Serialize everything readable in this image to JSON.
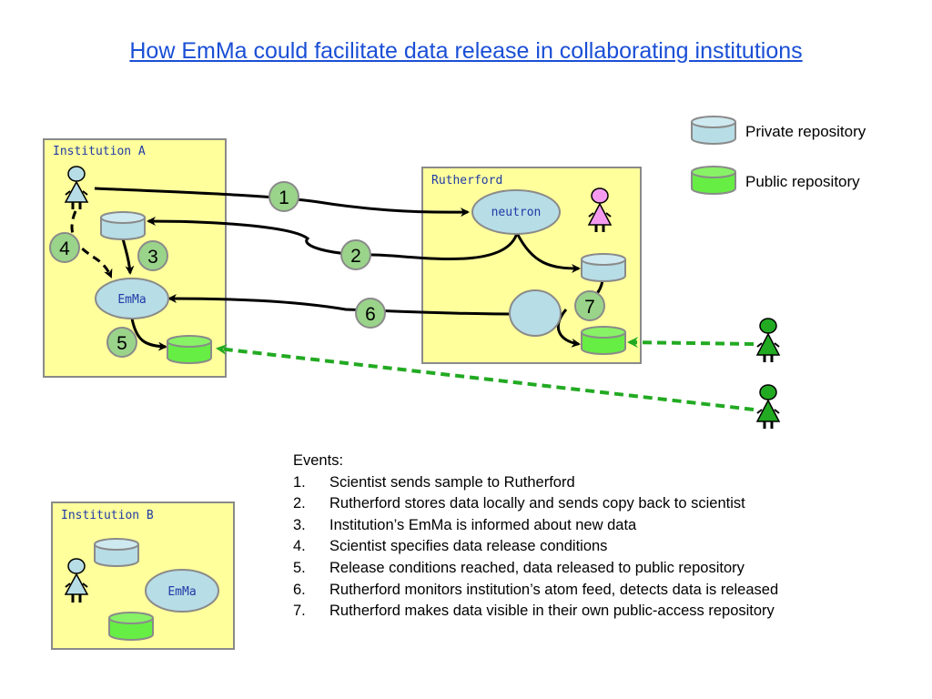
{
  "title": "How EmMa could facilitate data release in collaborating institutions",
  "institution_a": {
    "label": "Institution A",
    "emma": "EmMa"
  },
  "rutherford": {
    "label": "Rutherford",
    "neutron": "neutron"
  },
  "institution_b": {
    "label": "Institution B",
    "emma": "EmMa"
  },
  "legend": {
    "private": "Private repository",
    "public": "Public repository"
  },
  "step_markers": [
    "1",
    "2",
    "3",
    "4",
    "5",
    "6",
    "7"
  ],
  "events": {
    "heading": "Events:",
    "items": [
      {
        "num": "1.",
        "text": "Scientist sends sample to Rutherford"
      },
      {
        "num": "2.",
        "text": "Rutherford stores data locally and sends copy back to scientist"
      },
      {
        "num": "3.",
        "text": "Institution’s EmMa is informed about new data"
      },
      {
        "num": "4.",
        "text": "Scientist specifies data release conditions"
      },
      {
        "num": "5.",
        "text": "Release conditions reached, data released to public repository"
      },
      {
        "num": "6.",
        "text": "Rutherford monitors institution’s atom feed, detects data is released"
      },
      {
        "num": "7.",
        "text": "Rutherford makes data visible in their own public-access repository"
      }
    ]
  },
  "colors": {
    "box_fill": "#ffff9c",
    "private_repo": "#b7dde6",
    "public_repo": "#66ee44",
    "marker": "#9ad48a",
    "public_user": "#22aa22",
    "rutherford_scientist": "#f49bf0",
    "title_link": "#1a4fd6"
  }
}
